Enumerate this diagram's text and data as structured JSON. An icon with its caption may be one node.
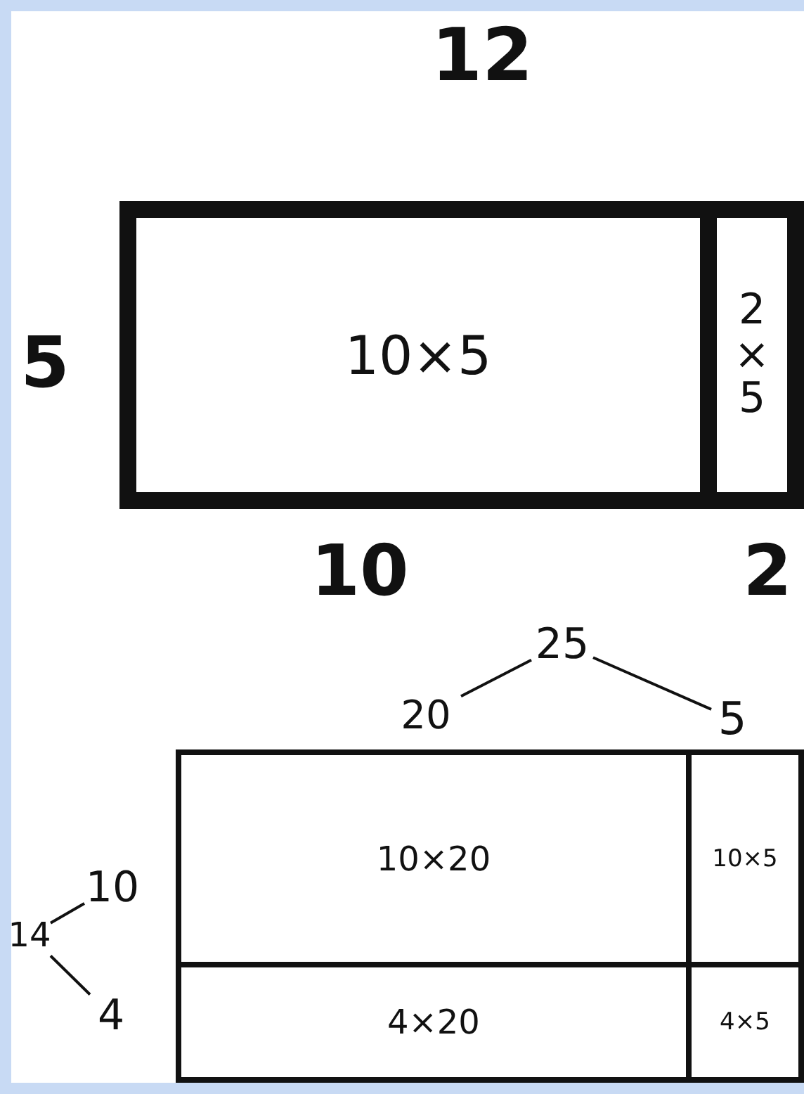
{
  "diagram": {
    "nodes": [
      {
        "text": [
          "10×5"
        ]
      },
      {
        "text": [
          "2×5"
        ]
      },
      {
        "text": [
          "25"
        ]
      },
      {
        "text": [
          "20"
        ]
      },
      {
        "text": [
          "5"
        ]
      },
      {
        "text": [
          "14"
        ]
      },
      {
        "text": [
          "10"
        ]
      },
      {
        "text": [
          "4"
        ]
      },
      {
        "text": [
          "10×20"
        ]
      },
      {
        "text": [
          "10×5"
        ]
      },
      {
        "text": [
          "4×20"
        ]
      },
      {
        "text": [
          "4×5"
        ]
      }
    ],
    "edges": [
      {
        "from": 2,
        "to": 3,
        "arrow": "none"
      },
      {
        "from": 2,
        "to": 4,
        "arrow": "none"
      },
      {
        "from": 5,
        "to": 6,
        "arrow": "none"
      },
      {
        "from": 5,
        "to": 7,
        "arrow": "none"
      }
    ],
    "labels": [
      "12",
      "5",
      "10",
      "2"
    ]
  }
}
